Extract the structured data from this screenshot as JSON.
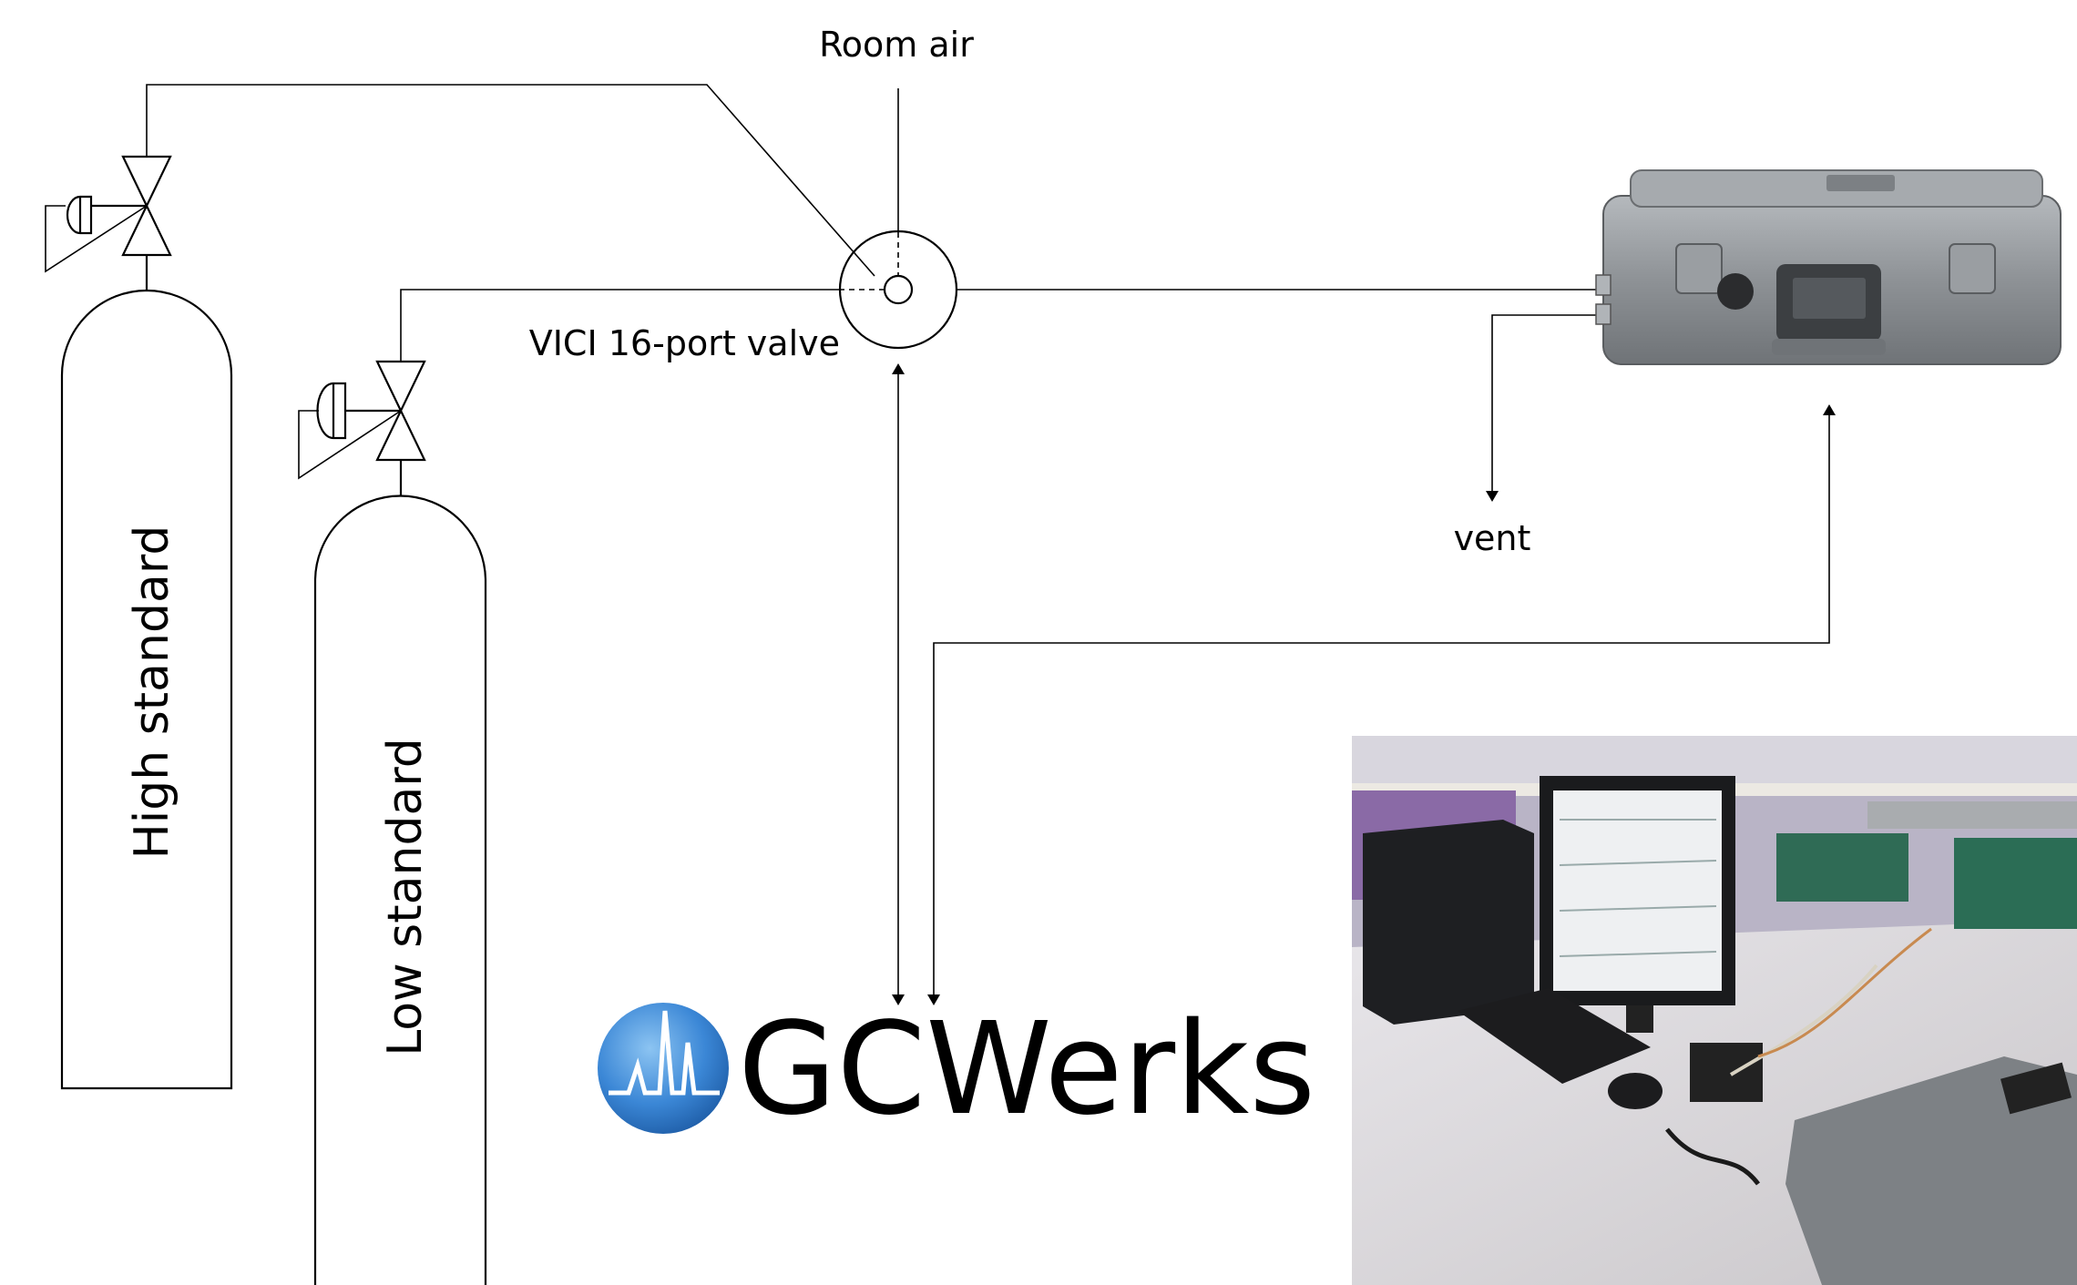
{
  "labels": {
    "room_air": "Room air",
    "valve": "VICI 16-port valve",
    "vent": "vent",
    "high_standard": "High standard",
    "low_standard": "Low standard",
    "logo_text": "GCWerks"
  },
  "icons": {
    "valve": "rotary-valve-icon",
    "regulator": "pressure-regulator-icon",
    "cylinder": "gas-cylinder-icon",
    "analyzer": "analyzer-case-image",
    "photo": "lab-setup-photo",
    "logo": "gcwerks-logo"
  },
  "colors": {
    "line": "#000000",
    "case_gray": "#8e9296",
    "logo_blue": "#3b87d6",
    "photo_bg": "#c8c4d4"
  }
}
